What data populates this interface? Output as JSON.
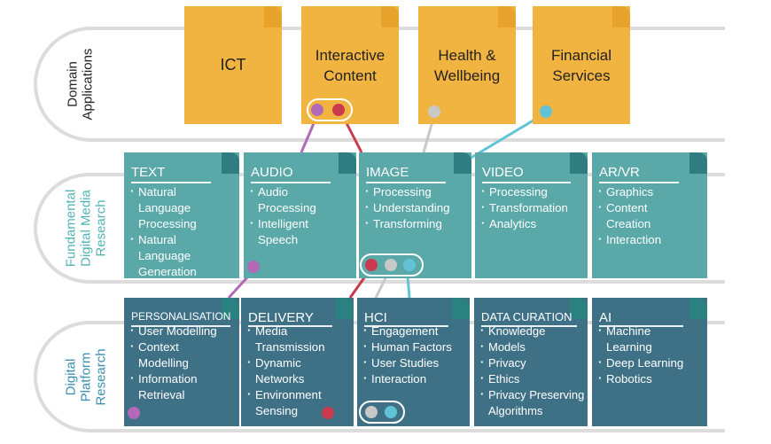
{
  "rows": {
    "domain": "Domain\nApplications",
    "media": "Fundamental\nDigital Media\nResearch",
    "platform": "Digital\nPlatform\nResearch"
  },
  "domains": [
    "ICT",
    "Interactive\nContent",
    "Health &\nWellbeing",
    "Financial\nServices"
  ],
  "media_cards": [
    {
      "title": "TEXT",
      "items": [
        "Natural",
        "Language",
        "Processing",
        "Natural",
        "Language",
        "Generation"
      ],
      "bullets": [
        1,
        0,
        0,
        1,
        0,
        0
      ]
    },
    {
      "title": "AUDIO",
      "items": [
        "Audio",
        "Processing",
        "Intelligent",
        "Speech"
      ],
      "bullets": [
        1,
        0,
        1,
        0
      ]
    },
    {
      "title": "IMAGE",
      "items": [
        "Processing",
        "Understanding",
        "Transforming"
      ],
      "bullets": [
        1,
        1,
        1
      ]
    },
    {
      "title": "VIDEO",
      "items": [
        "Processing",
        "Transformation",
        "Analytics"
      ],
      "bullets": [
        1,
        1,
        1
      ]
    },
    {
      "title": "AR/VR",
      "items": [
        "Graphics",
        "Content",
        "Creation",
        "Interaction"
      ],
      "bullets": [
        1,
        1,
        0,
        1
      ]
    }
  ],
  "platform_cards": [
    {
      "title": "PERSONALISATION",
      "items": [
        "User Modelling",
        "Context",
        "Modelling",
        "Information",
        "Retrieval"
      ],
      "bullets": [
        1,
        1,
        0,
        1,
        0
      ]
    },
    {
      "title": "DELIVERY",
      "items": [
        "Media",
        "Transmission",
        "Dynamic",
        "Networks",
        "Environment",
        "Sensing"
      ],
      "bullets": [
        1,
        0,
        1,
        0,
        1,
        0
      ]
    },
    {
      "title": "HCI",
      "items": [
        "Engagement",
        "Human Factors",
        "User Studies",
        "Interaction"
      ],
      "bullets": [
        1,
        1,
        1,
        1
      ]
    },
    {
      "title": "DATA CURATION",
      "items": [
        "Knowledge",
        "Models",
        "Privacy",
        "Ethics",
        "Privacy Preserving",
        "Algorithms"
      ],
      "bullets": [
        1,
        1,
        1,
        1,
        1,
        0
      ]
    },
    {
      "title": "AI",
      "items": [
        "Machine",
        "Learning",
        "Deep Learning",
        "Robotics"
      ],
      "bullets": [
        1,
        0,
        1,
        1
      ]
    }
  ],
  "colors": {
    "domain": "#f2b441",
    "media": "#5aa8a8",
    "media_fold": "#2f7d80",
    "platform": "#3f7186",
    "platform_fold": "#2b8080",
    "label_media": "#53b3b3",
    "label_platform": "#3a8fb0",
    "purple": "#b26ab8",
    "red": "#c93a4e",
    "grey": "#c8c8c8",
    "cyan": "#63c3d6"
  }
}
